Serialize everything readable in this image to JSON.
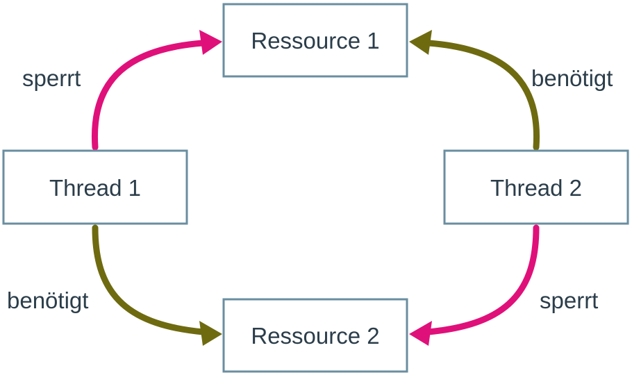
{
  "nodes": {
    "resource1": {
      "label": "Ressource 1"
    },
    "resource2": {
      "label": "Ressource 2"
    },
    "thread1": {
      "label": "Thread 1"
    },
    "thread2": {
      "label": "Thread 2"
    }
  },
  "edges": {
    "thread1_locks_resource1": {
      "label": "sperrt",
      "color": "#e0107a"
    },
    "thread2_needs_resource1": {
      "label": "benötigt",
      "color": "#6e6a10"
    },
    "thread1_needs_resource2": {
      "label": "benötigt",
      "color": "#6e6a10"
    },
    "thread2_locks_resource2": {
      "label": "sperrt",
      "color": "#e0107a"
    }
  }
}
